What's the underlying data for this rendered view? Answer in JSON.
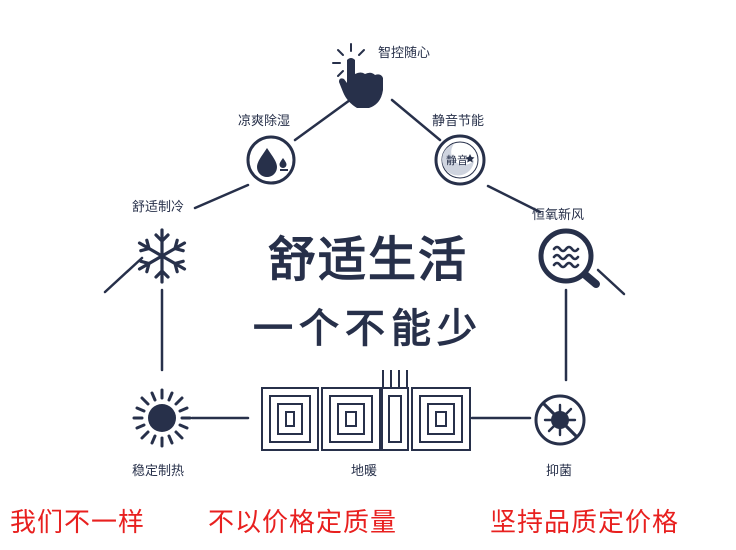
{
  "title": {
    "line1": "舒适生活",
    "line2": "一个不能少"
  },
  "features": [
    {
      "label": "智控随心",
      "icon": "hand-pointer-icon"
    },
    {
      "label": "凉爽除湿",
      "icon": "water-drop-icon"
    },
    {
      "label": "静音节能",
      "icon": "silent-moon-icon",
      "badge": "静音"
    },
    {
      "label": "舒适制冷",
      "icon": "snowflake-icon"
    },
    {
      "label": "恒氧新风",
      "icon": "fresh-air-icon"
    },
    {
      "label": "稳定制热",
      "icon": "sun-icon"
    },
    {
      "label": "地暖",
      "icon": "floor-heating-coil-icon"
    },
    {
      "label": "抑菌",
      "icon": "antibacterial-icon"
    }
  ],
  "slogans": [
    "我们不一样",
    "不以价格定质量",
    "坚持品质定价格"
  ],
  "colors": {
    "ink": "#27304a",
    "slogan": "#e8201f",
    "background": "#ffffff"
  }
}
